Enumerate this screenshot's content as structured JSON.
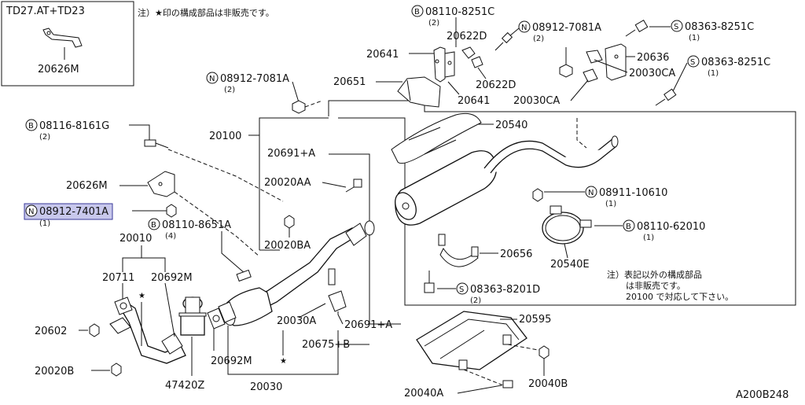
{
  "header": {
    "inset_title": "TD27.AT+TD23",
    "note_top": "注）★印の構成部品は非販売です。",
    "note_bottom_1": "注）表記以外の構成部品",
    "note_bottom_2": "は非販売です。",
    "note_bottom_3": "20100 で対応して下さい。",
    "diagram_code": "A200B248"
  },
  "symbols": {
    "B": "B",
    "N": "N",
    "S": "S",
    "star": "★"
  },
  "parts": {
    "p20626M_inset": "20626M",
    "p08110_8251C": "08110-8251C",
    "p08110_8251C_qty": "(2)",
    "p20622D_a": "20622D",
    "p08912_7081A_top": "08912-7081A",
    "p08912_7081A_top_qty": "(2)",
    "p08363_8251C_a": "08363-8251C",
    "p08363_8251C_a_qty": "(1)",
    "p08363_8251C_b": "08363-8251C",
    "p08363_8251C_b_qty": "(1)",
    "p20641_a": "20641",
    "p20636": "20636",
    "p20622D_b": "20622D",
    "p20030CA_a": "20030CA",
    "p20641_b": "20641",
    "p20030CA_b": "20030CA",
    "p08912_7081A_mid": "08912-7081A",
    "p08912_7081A_mid_qty": "(2)",
    "p20651": "20651",
    "p08116_8161G": "08116-8161G",
    "p08116_8161G_qty": "(2)",
    "p20100": "20100",
    "p20540": "20540",
    "p20691A_a": "20691+A",
    "p20626M": "20626M",
    "p20020AA": "20020AA",
    "p08911_10610": "08911-10610",
    "p08911_10610_qty": "(1)",
    "p08912_7401A": "08912-7401A",
    "p08912_7401A_qty": "(1)",
    "p08110_8651A": "08110-8651A",
    "p08110_8651A_qty": "(4)",
    "p20010": "20010",
    "p20020BA": "20020BA",
    "p08110_62010": "08110-62010",
    "p08110_62010_qty": "(1)",
    "p20656": "20656",
    "p20540E": "20540E",
    "p20711": "20711",
    "p20692M_a": "20692M",
    "p08363_8201D": "08363-8201D",
    "p08363_8201D_qty": "(2)",
    "p20030A": "20030A",
    "p20691A_b": "20691+A",
    "p20595": "20595",
    "p20602": "20602",
    "p20675B": "20675+B",
    "p20692M_b": "20692M",
    "p20020B": "20020B",
    "p47420Z": "47420Z",
    "p20030": "20030",
    "p20040A": "20040A",
    "p20040B": "20040B"
  }
}
